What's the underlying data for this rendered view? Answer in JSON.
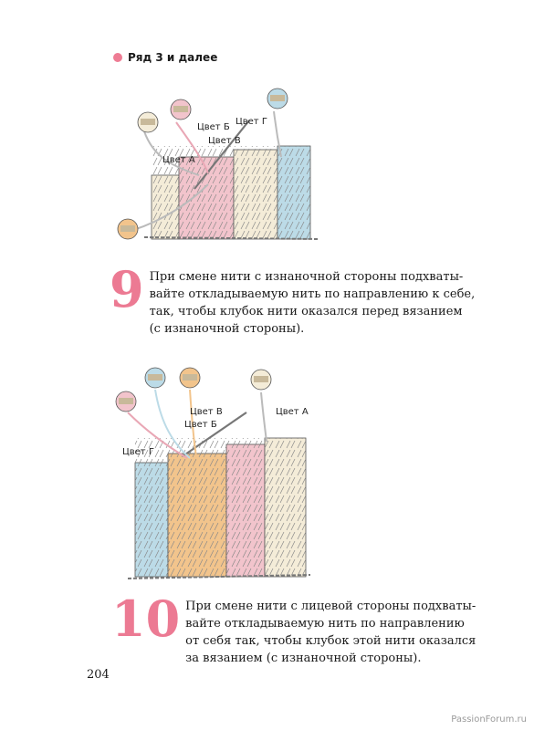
{
  "heading": {
    "text": "Ряд 3 и далее",
    "bullet_color": "#ee7c94"
  },
  "figure1": {
    "labels": {
      "color_a": "Цвет А",
      "color_b": "Цвет Б",
      "color_v": "Цвет В",
      "color_g": "Цвет Г"
    }
  },
  "step9": {
    "number": "9",
    "lines": [
      "При смене нити с изнаночной стороны подхваты-",
      "вайте откладываемую нить по направлению к себе,",
      "так, чтобы клубок нити оказался перед вязанием",
      "(с изнаночной стороны)."
    ]
  },
  "figure2": {
    "labels": {
      "color_v": "Цвет В",
      "color_b": "Цвет Б",
      "color_a": "Цвет А",
      "color_g": "Цвет Г"
    }
  },
  "step10": {
    "number": "10",
    "lines": [
      "При смене нити с лицевой стороны подхваты-",
      "вайте откладываемую нить по направлению",
      "от себя так, чтобы клубок этой нити оказался",
      "за вязанием (с изнаночной стороны)."
    ]
  },
  "page_number": "204",
  "watermark": "PassionForum.ru",
  "colors": {
    "pink": "#f2c4cc",
    "cream": "#f4ecd8",
    "blue": "#bcdbe7",
    "orange": "#f2c48c",
    "accent": "#ec7a93",
    "outline": "#555555"
  }
}
